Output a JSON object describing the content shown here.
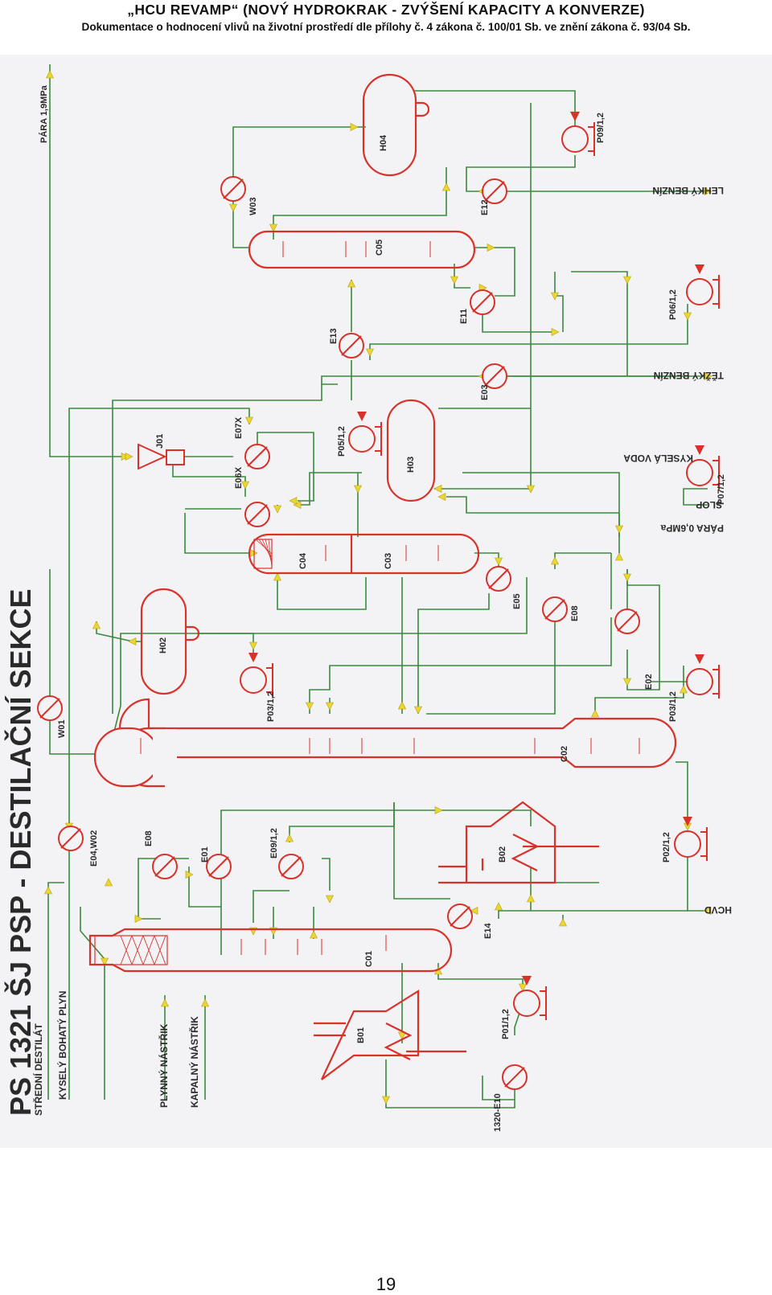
{
  "header": {
    "line1": "„HCU REVAMP“ (NOVÝ HYDROKRAK - ZVÝŠENÍ KAPACITY A KONVERZE)",
    "line2": "Dokumentace o hodnocení vlivů na životní prostředí dle přílohy č. 4 zákona č. 100/01 Sb. ve znění zákona č. 93/04 Sb."
  },
  "diagram": {
    "title": "PS 1321 ŠJ PSP - DESTILAČNÍ SEKCE",
    "colors": {
      "equipment": "#d8322b",
      "pipe": "#3b8a3e",
      "arrow": "#ecd632",
      "text": "#2a2a2a",
      "sheet": "#f3f3f5"
    },
    "equipment": {
      "columns": [
        "C01",
        "C02",
        "C03",
        "C04",
        "C05"
      ],
      "drums": [
        "H02",
        "H03",
        "H04"
      ],
      "furnaces": [
        "B01",
        "B02"
      ],
      "exchangers": [
        "E01",
        "E02",
        "E03",
        "E05",
        "E06X",
        "E07X",
        "E08",
        "E08",
        "E09/1,2",
        "E11",
        "E12",
        "E13",
        "E14",
        "E04,W02",
        "W01",
        "W03",
        "1320-E10"
      ],
      "pumps": [
        "P01/1,2",
        "P02/1,2",
        "P03/1,2",
        "P03/1,2",
        "P05/1,2",
        "P06/1,2",
        "P07/1,2",
        "P09/1,2"
      ],
      "ejector": "J01"
    },
    "streams": {
      "left": [
        "STŘEDNÍ DESTILÁT",
        "KYSELÝ BOHATÝ PLYN",
        "PLYNNÝ NÁSTŘIK",
        "KAPALNÝ NÁSTŘIK",
        "PÁRA 1,9MPa"
      ],
      "right": [
        "LEHKÝ BENZÍN",
        "TĚŽKÝ BENZÍN",
        "KYSELÁ VODA",
        "SLOP",
        "PÁRA 0,6MPa",
        "HCVD"
      ]
    }
  },
  "page": {
    "number": "19"
  }
}
